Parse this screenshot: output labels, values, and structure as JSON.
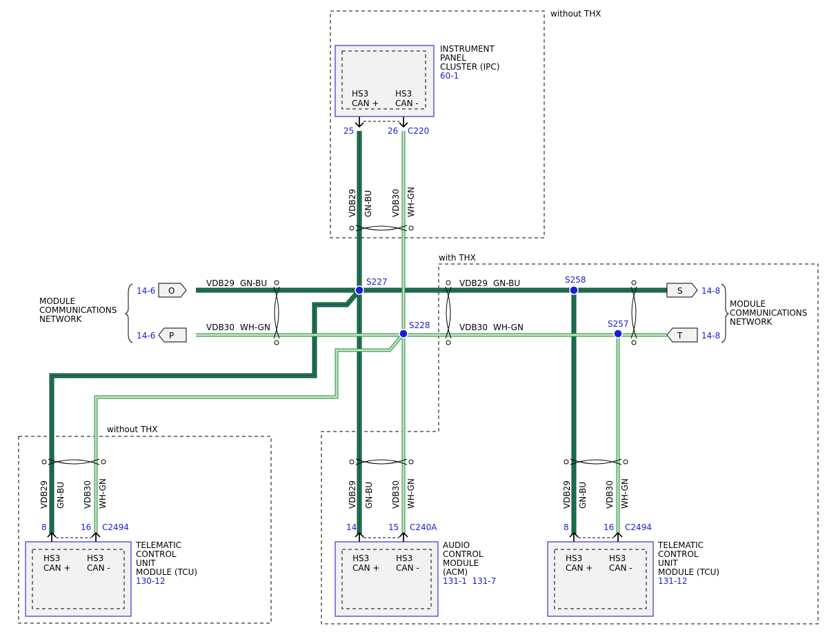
{
  "colors": {
    "gn_bu_outer": "#0d4d2a",
    "gn_bu_inner": "#1f8a3a",
    "gn_bu_center": "#1a2fa8",
    "wh_gn_outer": "#2e9a3c",
    "ref_blue": "#1a1ad6",
    "module_fill": "#f2f2f2",
    "module_border": "#3333cc"
  },
  "regions": {
    "ipc_region": "without THX",
    "center_region": "with THX",
    "tcu_left_region": "without THX"
  },
  "ipc": {
    "name_lines": [
      "INSTRUMENT",
      "PANEL",
      "CLUSTER (IPC)"
    ],
    "ref": "60-1",
    "pin_plus": "HS3\nCAN +",
    "pin_minus": "HS3\nCAN -",
    "pin_plus_l1": "HS3",
    "pin_plus_l2": "CAN +",
    "pin_minus_l1": "HS3",
    "pin_minus_l2": "CAN -",
    "pin_no_plus": "25",
    "pin_no_minus": "26",
    "connector": "C220",
    "wire_plus": "VDB29",
    "color_plus": "GN-BU",
    "wire_minus": "VDB30",
    "color_minus": "WH-GN"
  },
  "network": {
    "left_label_lines": [
      "MODULE",
      "COMMUNICATIONS",
      "NETWORK"
    ],
    "right_label_lines": [
      "MODULE",
      "COMMUNICATIONS",
      "NETWORK"
    ],
    "conn_O": "O",
    "conn_P": "P",
    "conn_S": "S",
    "conn_T": "T",
    "ref_O": "14-6",
    "ref_P": "14-6",
    "ref_S": "14-8",
    "ref_T": "14-8",
    "top_left_wire": "VDB29",
    "top_left_color": "GN-BU",
    "bot_left_wire": "VDB30",
    "bot_left_color": "WH-GN",
    "top_right_wire": "VDB29",
    "top_right_color": "GN-BU",
    "bot_right_wire": "VDB30",
    "bot_right_color": "WH-GN"
  },
  "splices": {
    "s227": "S227",
    "s228": "S228",
    "s258": "S258",
    "s257": "S257"
  },
  "tcu_left": {
    "name_lines": [
      "TELEMATIC",
      "CONTROL",
      "UNIT",
      "MODULE (TCU)"
    ],
    "ref": "130-12",
    "pin_plus_l1": "HS3",
    "pin_plus_l2": "CAN +",
    "pin_minus_l1": "HS3",
    "pin_minus_l2": "CAN -",
    "pin_no_plus": "8",
    "pin_no_minus": "16",
    "connector": "C2494",
    "wire_plus": "VDB29",
    "color_plus": "GN-BU",
    "wire_minus": "VDB30",
    "color_minus": "WH-GN"
  },
  "acm": {
    "name_lines": [
      "AUDIO",
      "CONTROL",
      "MODULE",
      "(ACM)"
    ],
    "ref": "131-1  131-7",
    "pin_plus_l1": "HS3",
    "pin_plus_l2": "CAN +",
    "pin_minus_l1": "HS3",
    "pin_minus_l2": "CAN -",
    "pin_no_plus": "14",
    "pin_no_minus": "15",
    "connector": "C240A",
    "wire_plus": "VDB29",
    "color_plus": "GN-BU",
    "wire_minus": "VDB30",
    "color_minus": "WH-GN"
  },
  "tcu_right": {
    "name_lines": [
      "TELEMATIC",
      "CONTROL",
      "UNIT",
      "MODULE (TCU)"
    ],
    "ref": "131-12",
    "pin_plus_l1": "HS3",
    "pin_plus_l2": "CAN +",
    "pin_minus_l1": "HS3",
    "pin_minus_l2": "CAN -",
    "pin_no_plus": "8",
    "pin_no_minus": "16",
    "connector": "C2494",
    "wire_plus": "VDB29",
    "color_plus": "GN-BU",
    "wire_minus": "VDB30",
    "color_minus": "WH-GN"
  }
}
